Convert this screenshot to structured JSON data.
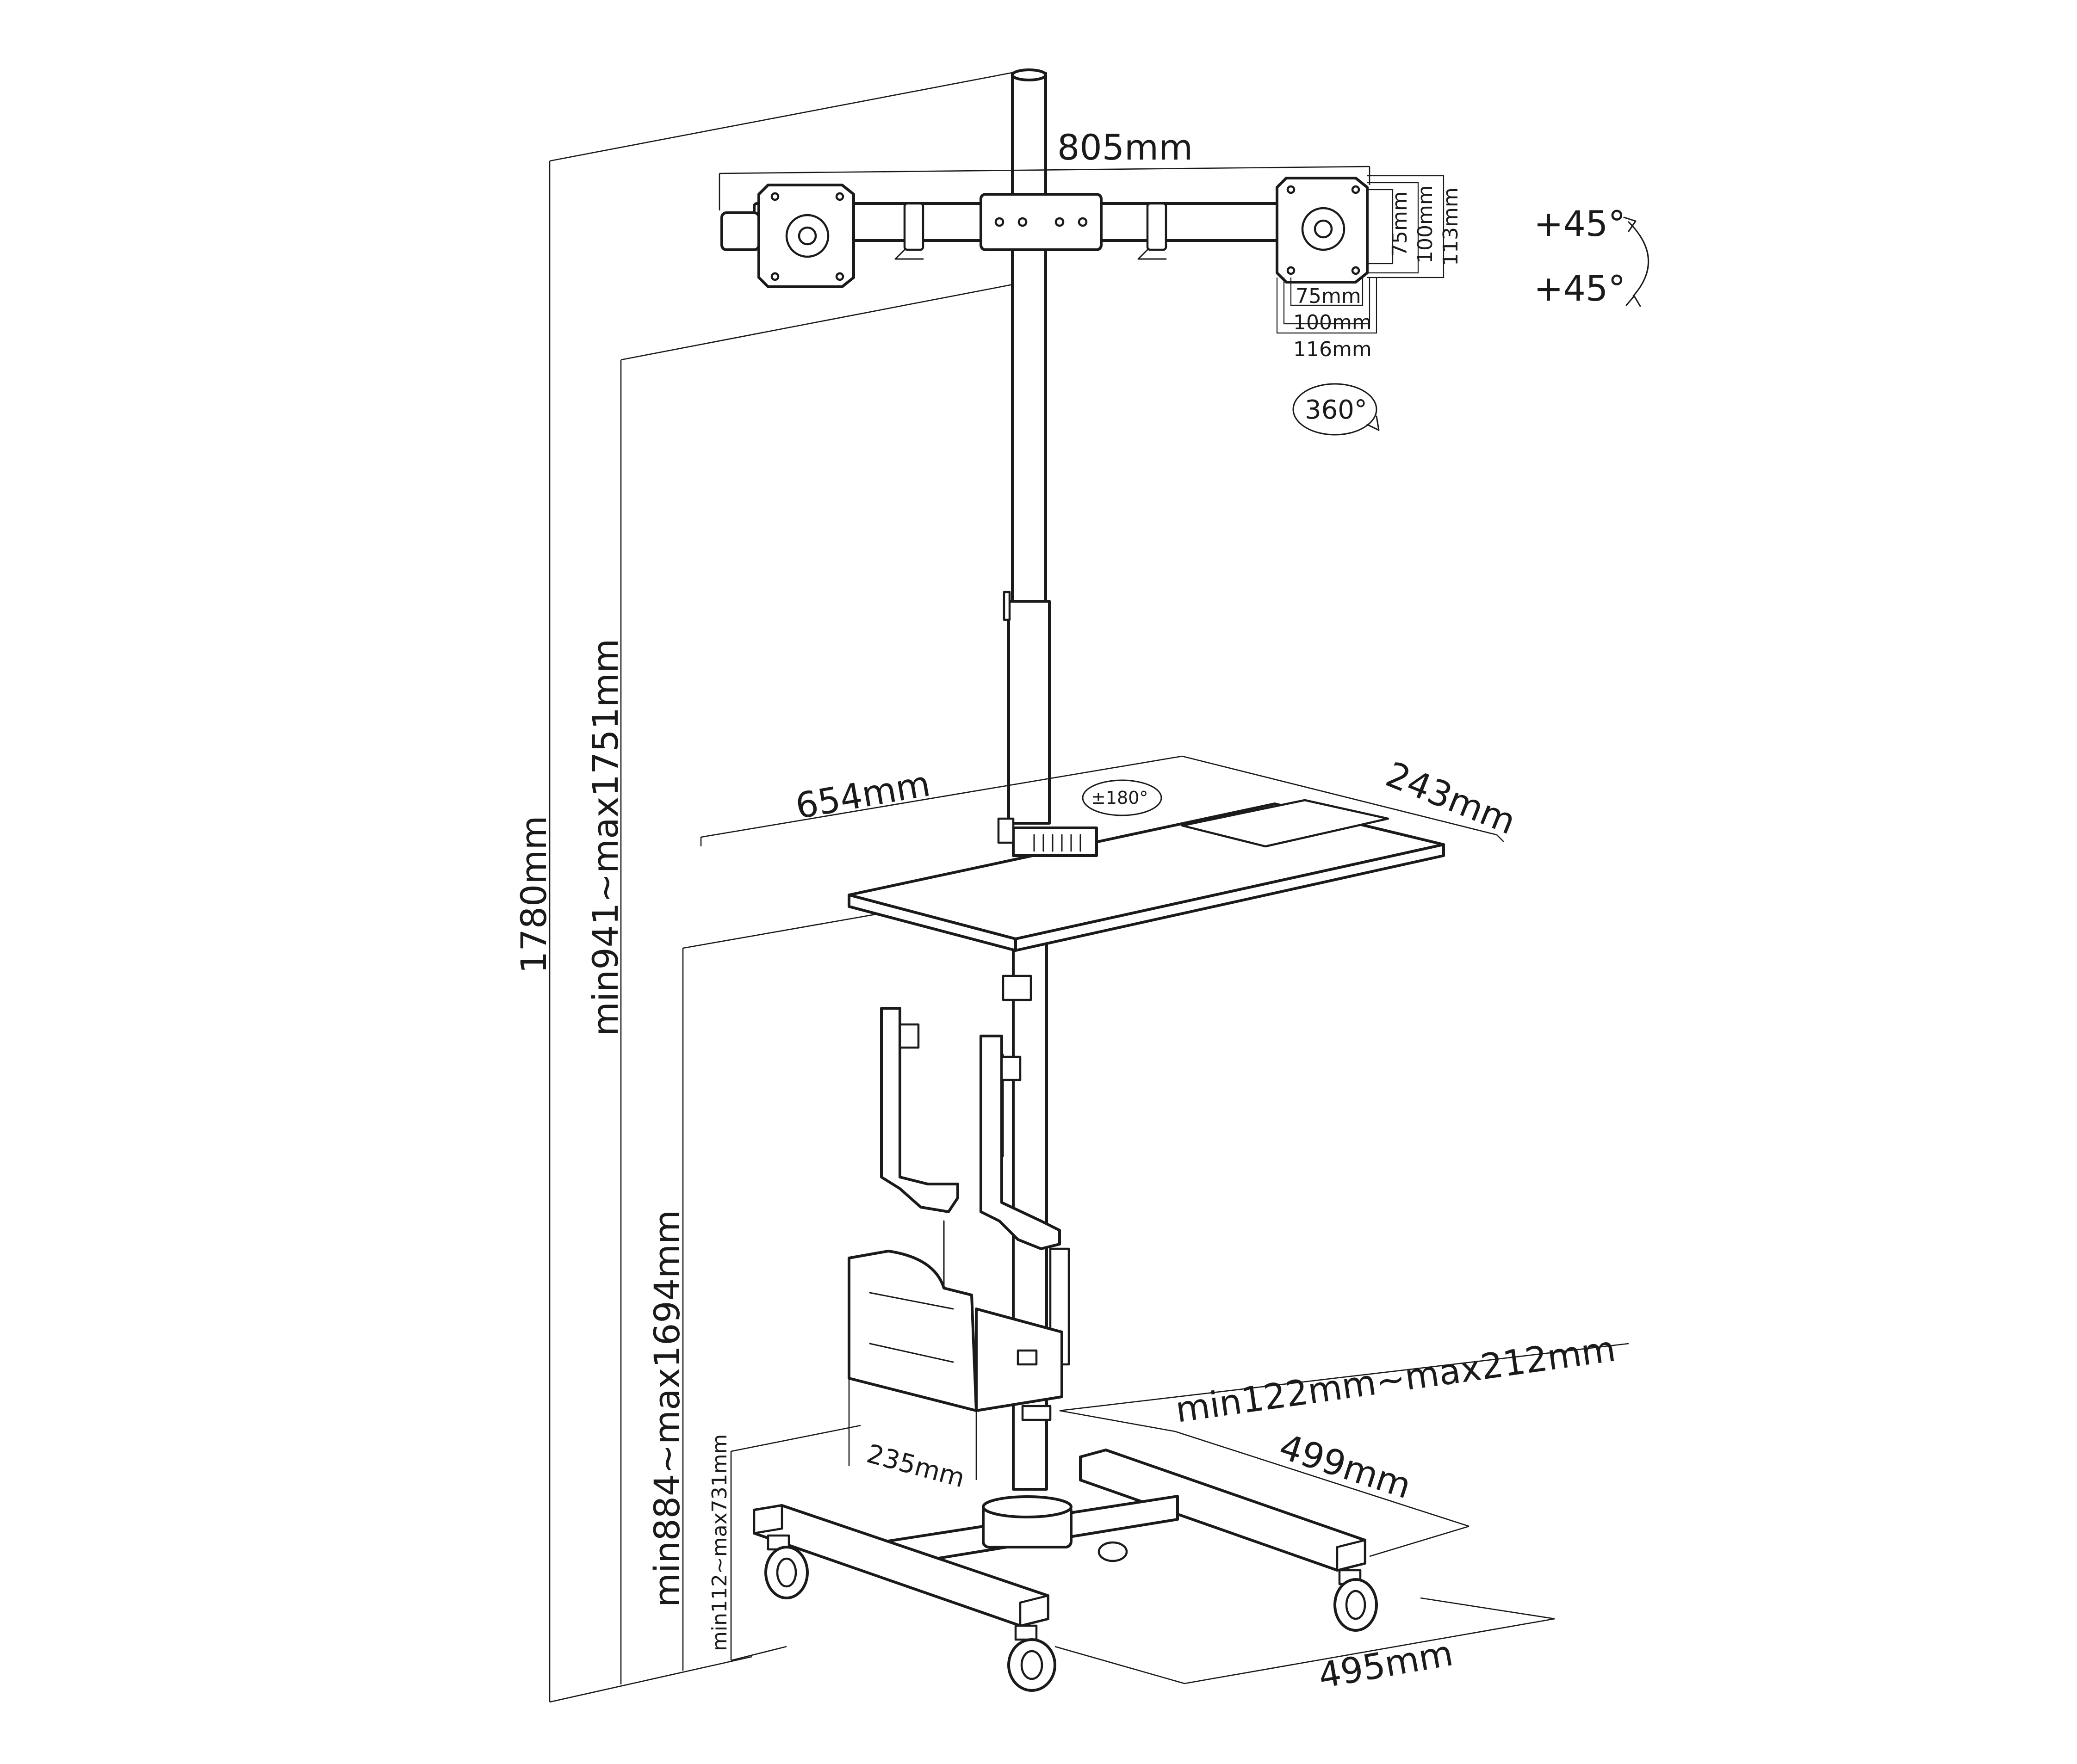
{
  "dimensions": {
    "arm_width": "805mm",
    "vesa_v1": "75mm",
    "vesa_v2": "100mm",
    "vesa_v3": "113mm",
    "vesa_h1": "75mm",
    "vesa_h2": "100mm",
    "vesa_h3": "116mm",
    "tilt_up": "+45°",
    "tilt_down": "+45°",
    "rotation": "360°",
    "tray_width": "654mm",
    "tray_depth": "243mm",
    "tray_swivel": "±180°",
    "total_height": "1780mm",
    "arm_height_range": "min941~max1751mm",
    "tray_height_range": "min884~max1694mm",
    "cpu_holder_height_range": "min112~max731mm",
    "cpu_width_range": "min122mm~max212mm",
    "cpu_depth": "235mm",
    "base_length": "499mm",
    "base_width": "495mm"
  }
}
